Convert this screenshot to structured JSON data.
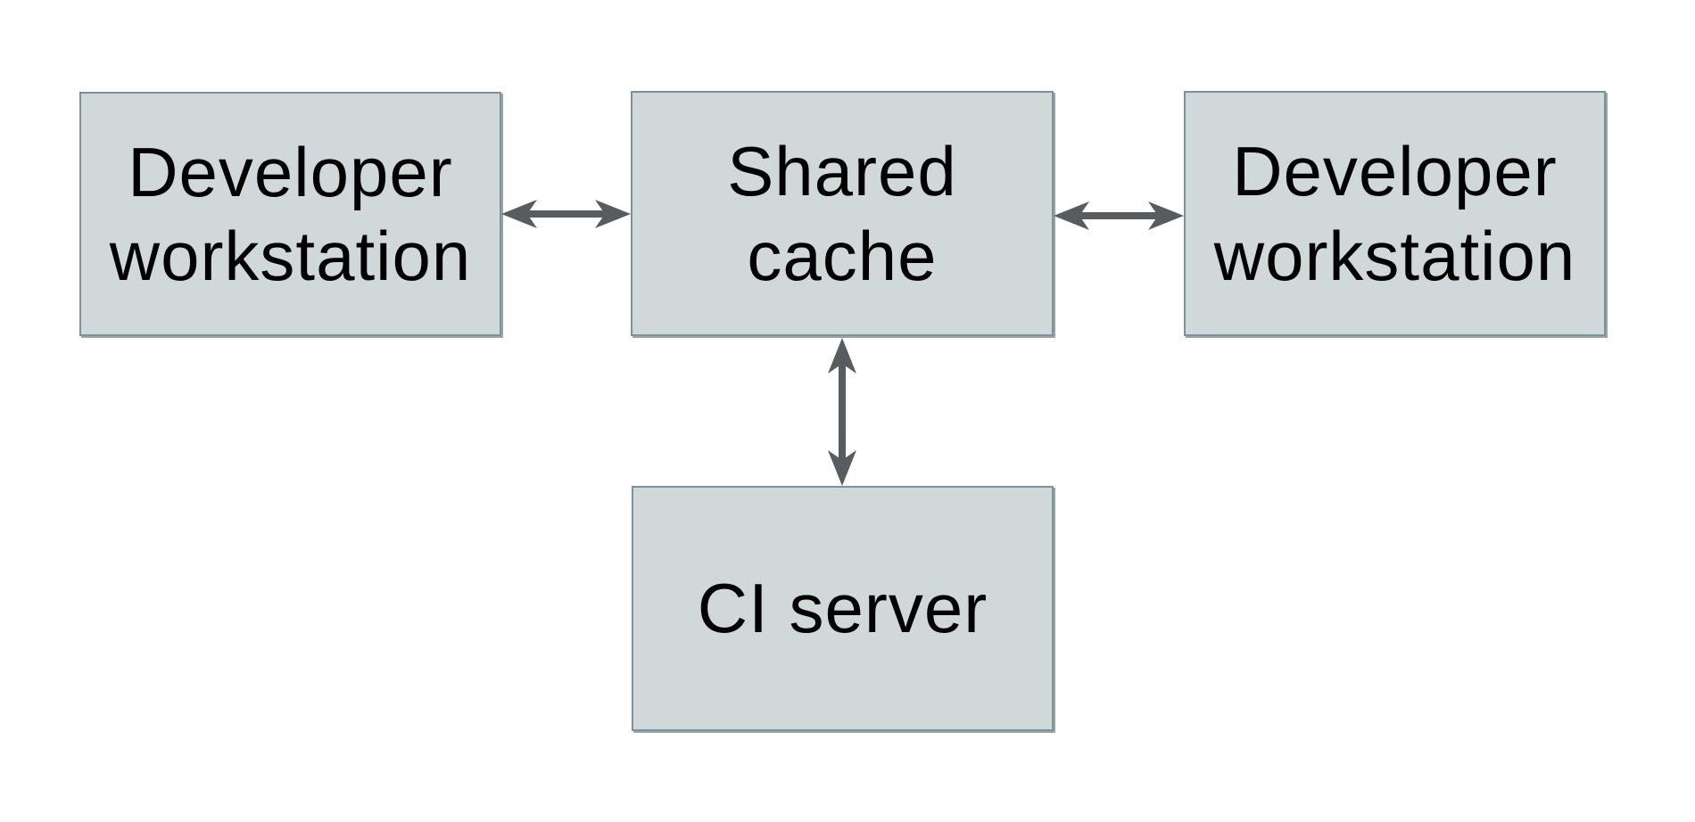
{
  "diagram": {
    "type": "architecture-diagram",
    "background": "plain white canvas, no title or chrome",
    "nodes": [
      {
        "id": "dev-workstation-left",
        "label": "Developer workstation"
      },
      {
        "id": "shared-cache",
        "label": "Shared cache"
      },
      {
        "id": "dev-workstation-right",
        "label": "Developer workstation"
      },
      {
        "id": "ci-server",
        "label": "CI server"
      }
    ],
    "edges": [
      {
        "from": "dev-workstation-left",
        "to": "shared-cache",
        "direction": "bidirectional",
        "orientation": "horizontal"
      },
      {
        "from": "shared-cache",
        "to": "dev-workstation-right",
        "direction": "bidirectional",
        "orientation": "horizontal"
      },
      {
        "from": "shared-cache",
        "to": "ci-server",
        "direction": "bidirectional",
        "orientation": "vertical"
      }
    ],
    "colors": {
      "background": "#ffffff",
      "node_fill": "#d0d8da",
      "node_border": "#7b929e",
      "node_shadow": "#455a64",
      "arrow": "#595c5e",
      "text": "#000000"
    }
  }
}
